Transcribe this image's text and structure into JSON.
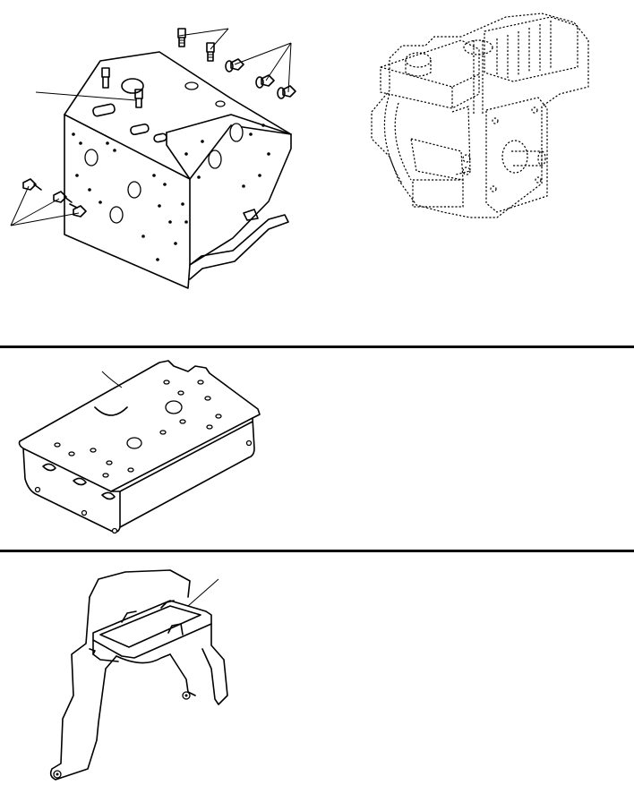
{
  "figures": [
    {
      "id": "frame-assembly",
      "caption": ""
    },
    {
      "id": "engine",
      "caption": ""
    },
    {
      "id": "base-plate",
      "caption": ""
    },
    {
      "id": "chute-housing",
      "caption": ""
    }
  ],
  "colors": {
    "line": "#000000",
    "background": "#ffffff"
  }
}
